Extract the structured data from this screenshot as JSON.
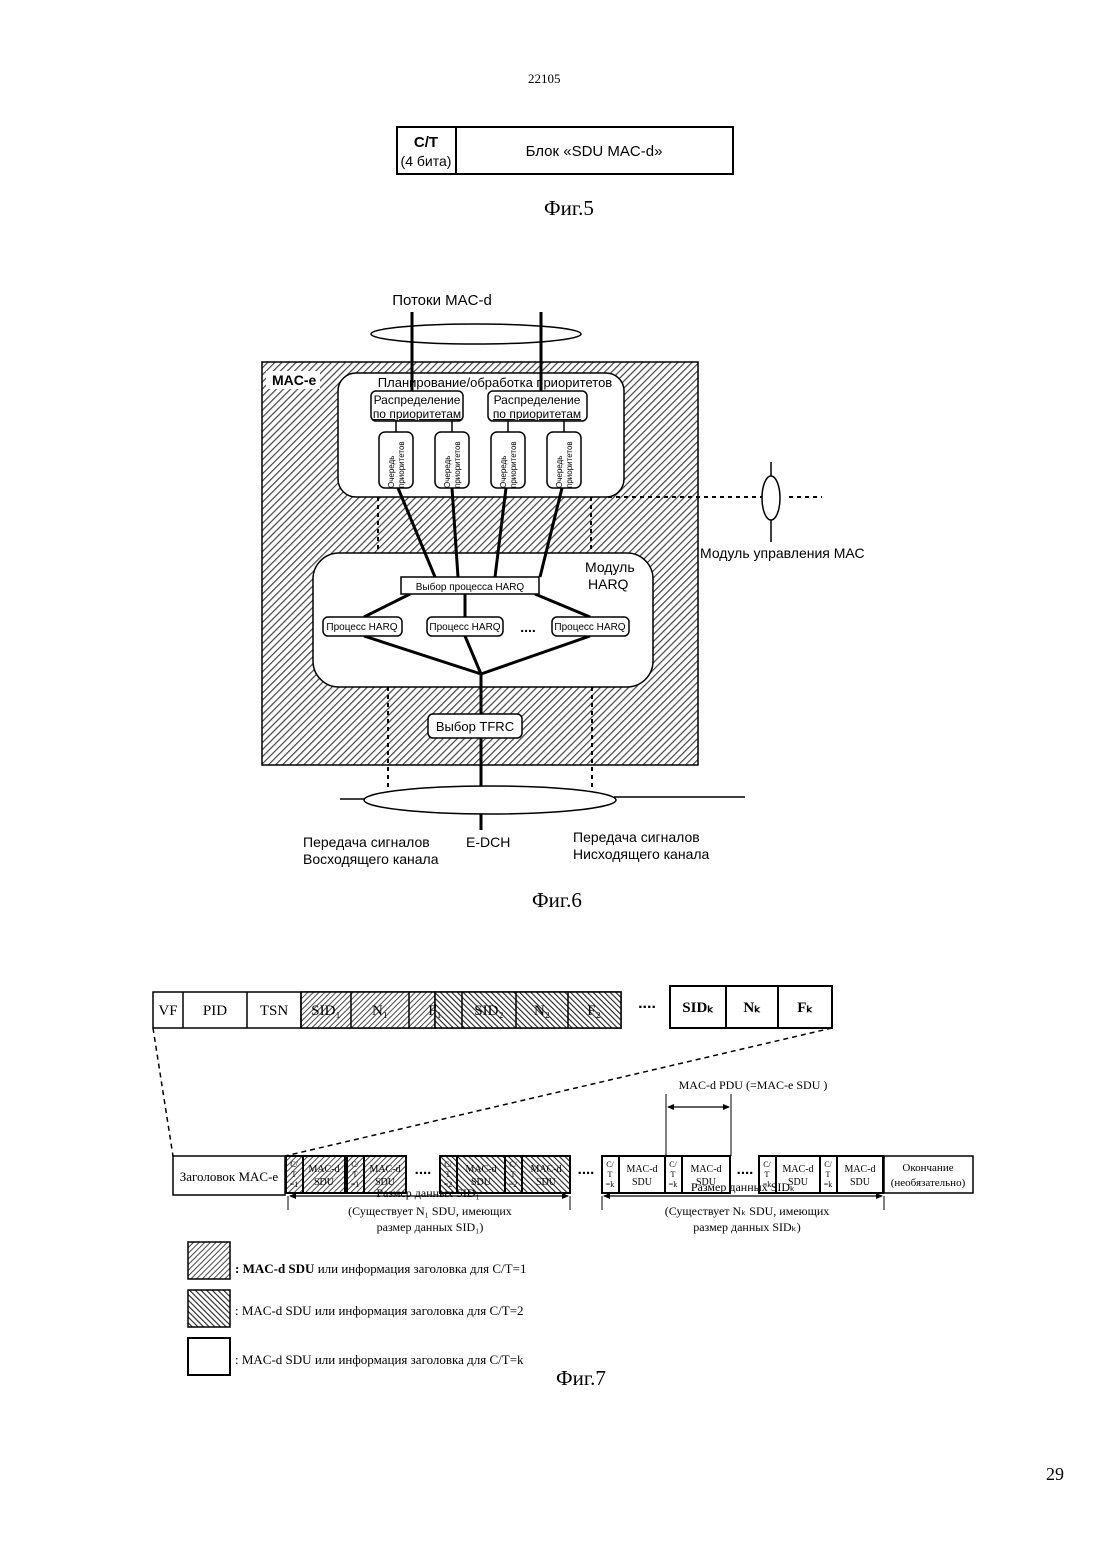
{
  "page": {
    "header_number": "22105",
    "page_number": "29"
  },
  "fig5": {
    "ct_label": "C/T",
    "ct_bits": "(4 бита)",
    "block_label": "Блок «SDU MAC-d»",
    "caption": "Фиг.5"
  },
  "fig6": {
    "flows_label": "Потоки MAC-d",
    "mac_e_label": "MAC-e",
    "scheduling_label": "Планирование/обработка приоритетов",
    "distribution_l1": "Распределение",
    "distribution_l2": "по приоритетам",
    "queue_l1": "Очередь",
    "queue_l2": "приоритетов",
    "harq_module_l1": "Модуль",
    "harq_module_l2": "HARQ",
    "harq_select": "Выбор процесса HARQ",
    "harq_process": "Процесс HARQ",
    "dots": "....",
    "tfrc_select": "Выбор TFRC",
    "mac_control": "Модуль управления МАС",
    "uplink_l1": "Передача сигналов",
    "uplink_l2": "Восходящего канала",
    "edch": "E-DCH",
    "downlink_l1": "Передача сигналов",
    "downlink_l2": "Нисходящего канала",
    "caption": "Фиг.6"
  },
  "fig7": {
    "header_fields": [
      "VF",
      "PID",
      "TSN",
      "SID₁",
      "N₁",
      "F₁",
      "SID₂",
      "N₂",
      "F₂"
    ],
    "dots": "....",
    "tail_fields": [
      "SIDₖ",
      "Nₖ",
      "Fₖ"
    ],
    "mac_e_header": "Заголовок MAC-e",
    "ct_top": "C/",
    "ct_mid": "T",
    "ct_bot": [
      "=1",
      "=1",
      "=2",
      "=2",
      "=k",
      "=k",
      "=k",
      "=k"
    ],
    "sdu_l1": "MAC-d",
    "sdu_l2": "SDU",
    "pdu_label": "MAC-d PDU (=MAC-e SDU )",
    "padding_l1": "Окончание",
    "padding_l2": "(необязательно)",
    "size_sid1": "Размер данных SID₁",
    "size_sidk": "Размер данных SIDₖ",
    "note1_l1": "(Существует N₁ SDU, имеющих",
    "note1_l2": "размер данных SID₁)",
    "notek_l1": "(Существует Nₖ SDU, имеющих",
    "notek_l2": "размер данных SIDₖ)",
    "legend": [
      {
        "bold": ": MAC-d SDU",
        "text": " или информация заголовка для C/T=1"
      },
      {
        "bold": "",
        "text": ": MAC-d SDU  или информация заголовка для C/T=2"
      },
      {
        "bold": "",
        "text": ": MAC-d SDU  или информация заголовка для C/T=k"
      }
    ],
    "caption": "Фиг.7"
  }
}
